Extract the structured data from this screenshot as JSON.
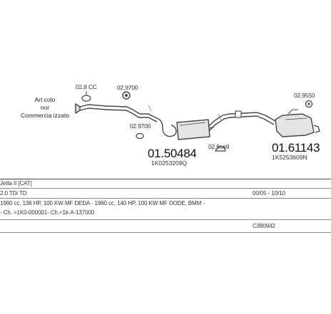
{
  "note": {
    "line1": "Art colo",
    "line2": "nor",
    "line3": "Commercia izzato"
  },
  "parts": {
    "p1": "02.8 CC",
    "p2": "02.9700",
    "p3": "02.9700",
    "p4": "02.9550",
    "p5": "02.9oo9"
  },
  "main_parts": {
    "a_number": "01.50484",
    "a_ref": "1K0253209Q",
    "b_number": "01.61143",
    "b_ref": "1K5253609N"
  },
  "table": {
    "model": "Jetta II  [CAT]",
    "engine": "2.0 TDi TD",
    "dates": "00/05 - 10/10",
    "spec": "1960 cc, 136 HP, 100 KW MF DEDA - 1960 cc, 140 HP, 100 KW MF DODE, BMM -",
    "chassis": "- Ch. >1K0-000001- Ch.<1k-A-137000",
    "code": "C390942"
  }
}
